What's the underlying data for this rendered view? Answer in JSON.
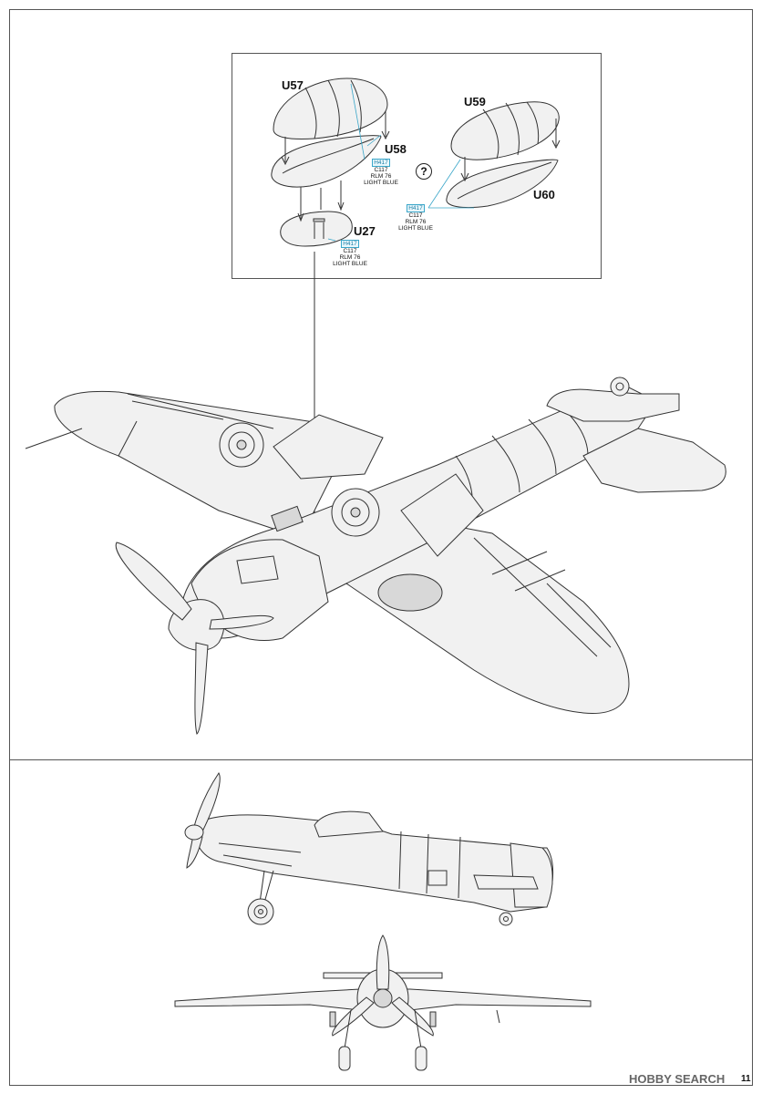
{
  "callouts_box": {
    "parts": {
      "u57": "U57",
      "u58": "U58",
      "u59": "U59",
      "u60": "U60",
      "u27": "U27"
    },
    "paint_left": {
      "code": "H417",
      "code2": "C117",
      "line1": "RLM 76",
      "line2": "LIGHT BLUE"
    },
    "paint_center": {
      "code": "H417",
      "code2": "C117",
      "line1": "RLM 76",
      "line2": "LIGHT BLUE"
    },
    "paint_right": {
      "code": "H417",
      "code2": "C117",
      "line1": "RLM 76",
      "line2": "LIGHT BLUE"
    },
    "question_mark": "?"
  },
  "page_number": "11",
  "watermark": "HOBBY SEARCH",
  "colors": {
    "callout_blue": "#3aa6c9",
    "line": "#333333"
  }
}
